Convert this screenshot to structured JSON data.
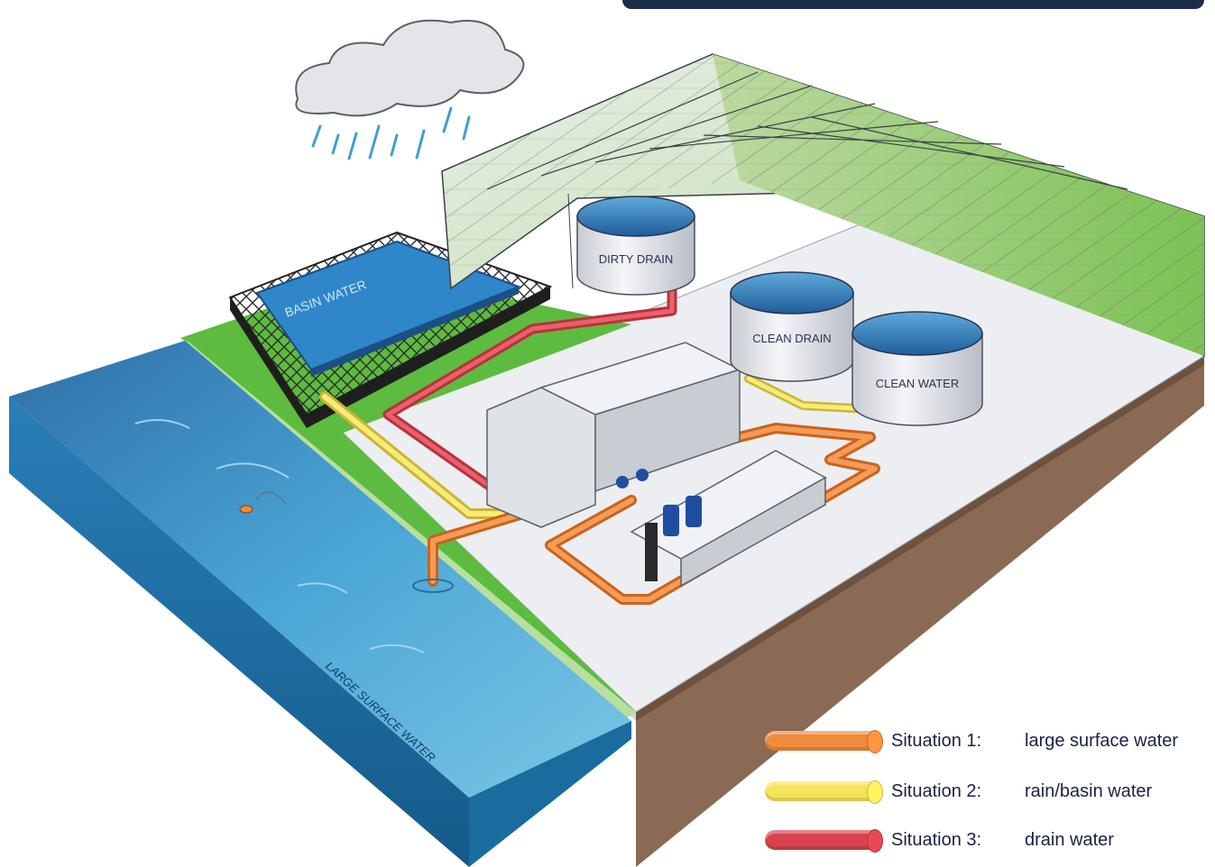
{
  "labels": {
    "dirty_drain": "DIRTY DRAIN",
    "clean_drain": "CLEAN DRAIN",
    "clean_water": "CLEAN WATER",
    "basin_water": "BASIN WATER",
    "large_surface_water": "LARGE SURFACE WATER"
  },
  "legend": [
    {
      "situation": "Situation 1:",
      "description": "large surface water",
      "color": "#f08a3c"
    },
    {
      "situation": "Situation 2:",
      "description": "rain/basin water",
      "color": "#f6e35a"
    },
    {
      "situation": "Situation 3:",
      "description": "drain water",
      "color": "#d9434f"
    }
  ],
  "colors": {
    "water": "#3f9fd0",
    "water_dark": "#1f5f94",
    "ground": "#e9ebee",
    "soil": "#8a6a54",
    "grass": "#5dbb3f",
    "banner": "#1c2b4a",
    "tank_top": "#2e6fb0",
    "greenhouse_plants": "#7fc25a"
  }
}
